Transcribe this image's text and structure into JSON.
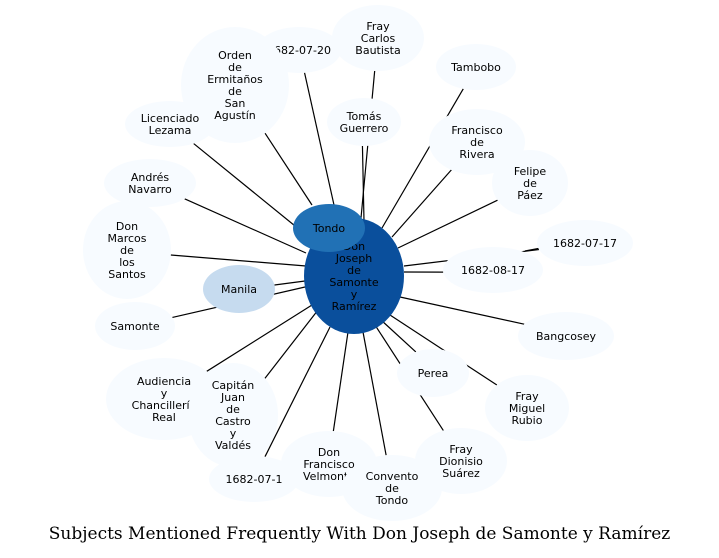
{
  "title": "Subjects Mentioned Frequently With Don Joseph de Samonte y Ramírez",
  "colors": {
    "center_fill": "#0a4f9c",
    "tondo_fill": "#2171b5",
    "manila_fill": "#c6dbef",
    "leaf_fill": "#f7fbff",
    "edge": "#000000"
  },
  "center": {
    "label": "Don Joseph de Samonte y Ramírez"
  },
  "nodes": [
    {
      "id": "n-1682-07-20",
      "label": "1682-07-20"
    },
    {
      "id": "n-fray-carlos",
      "label": "Fray Carlos Bautista"
    },
    {
      "id": "n-orden",
      "label": "Orden de Ermitaños de San Agustín"
    },
    {
      "id": "n-tambobo",
      "label": "Tambobo"
    },
    {
      "id": "n-licenciado",
      "label": "Licenciado Lezama"
    },
    {
      "id": "n-tomas",
      "label": "Tomás Guerrero"
    },
    {
      "id": "n-francisco-rivera",
      "label": "Francisco de Rivera"
    },
    {
      "id": "n-andres",
      "label": "Andrés Navarro"
    },
    {
      "id": "n-felipe",
      "label": "Felipe de Páez"
    },
    {
      "id": "n-tondo",
      "label": "Tondo"
    },
    {
      "id": "n-marcos",
      "label": "Don Marcos de los Santos"
    },
    {
      "id": "n-1682-07-17",
      "label": "1682-07-17"
    },
    {
      "id": "n-1682-08-17",
      "label": "1682-08-17"
    },
    {
      "id": "n-manila",
      "label": "Manila"
    },
    {
      "id": "n-samonte",
      "label": "Samonte"
    },
    {
      "id": "n-bangcosey",
      "label": "Bangcosey"
    },
    {
      "id": "n-perea",
      "label": "Perea"
    },
    {
      "id": "n-audiencia",
      "label": "Audiencia y Chancillería Real"
    },
    {
      "id": "n-fray-miguel",
      "label": "Fray Miguel Rubio"
    },
    {
      "id": "n-capitan",
      "label": "Capitán Juan de Castro y Valdés"
    },
    {
      "id": "n-fray-dionisio",
      "label": "Fray Dionisio Suárez"
    },
    {
      "id": "n-velmonte",
      "label": "Don Francisco Velmonte"
    },
    {
      "id": "n-1682-07-1x",
      "label": "1682-07-1"
    },
    {
      "id": "n-convento",
      "label": "Convento de Tondo"
    }
  ]
}
